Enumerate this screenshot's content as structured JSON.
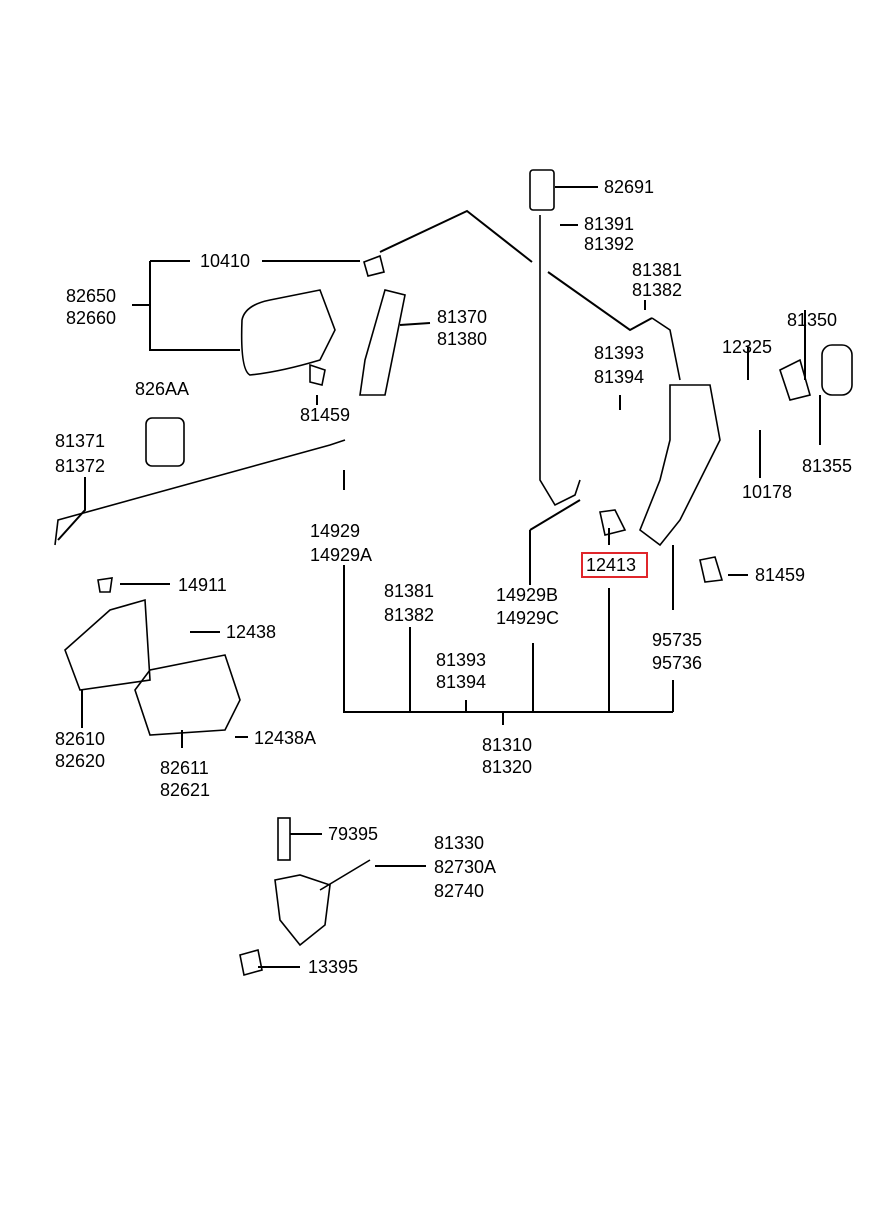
{
  "highlight_color": "#e0262b",
  "labels": {
    "p82691": "82691",
    "p81391": "81391",
    "p81392": "81392",
    "p81381a": "81381",
    "p81382a": "81382",
    "p81350": "81350",
    "p12325": "12325",
    "p81393a": "81393",
    "p81394a": "81394",
    "p81355": "81355",
    "p10178": "10178",
    "p10410": "10410",
    "p82650": "82650",
    "p82660": "82660",
    "p81370": "81370",
    "p81380": "81380",
    "p826AA": "826AA",
    "p81459a": "81459",
    "p81371": "81371",
    "p81372": "81372",
    "p14929": "14929",
    "p14929A": "14929A",
    "p14929B": "14929B",
    "p14929C": "14929C",
    "p12413": "12413",
    "p81459b": "81459",
    "p14911": "14911",
    "p81381b": "81381",
    "p81382b": "81382",
    "p12438": "12438",
    "p95735": "95735",
    "p95736": "95736",
    "p81393b": "81393",
    "p81394b": "81394",
    "p12438A": "12438A",
    "p82610": "82610",
    "p82620": "82620",
    "p81310": "81310",
    "p81320": "81320",
    "p82611": "82611",
    "p82621": "82621",
    "p79395": "79395",
    "p81330": "81330",
    "p82730A": "82730A",
    "p82740": "82740",
    "p13395": "13395"
  }
}
